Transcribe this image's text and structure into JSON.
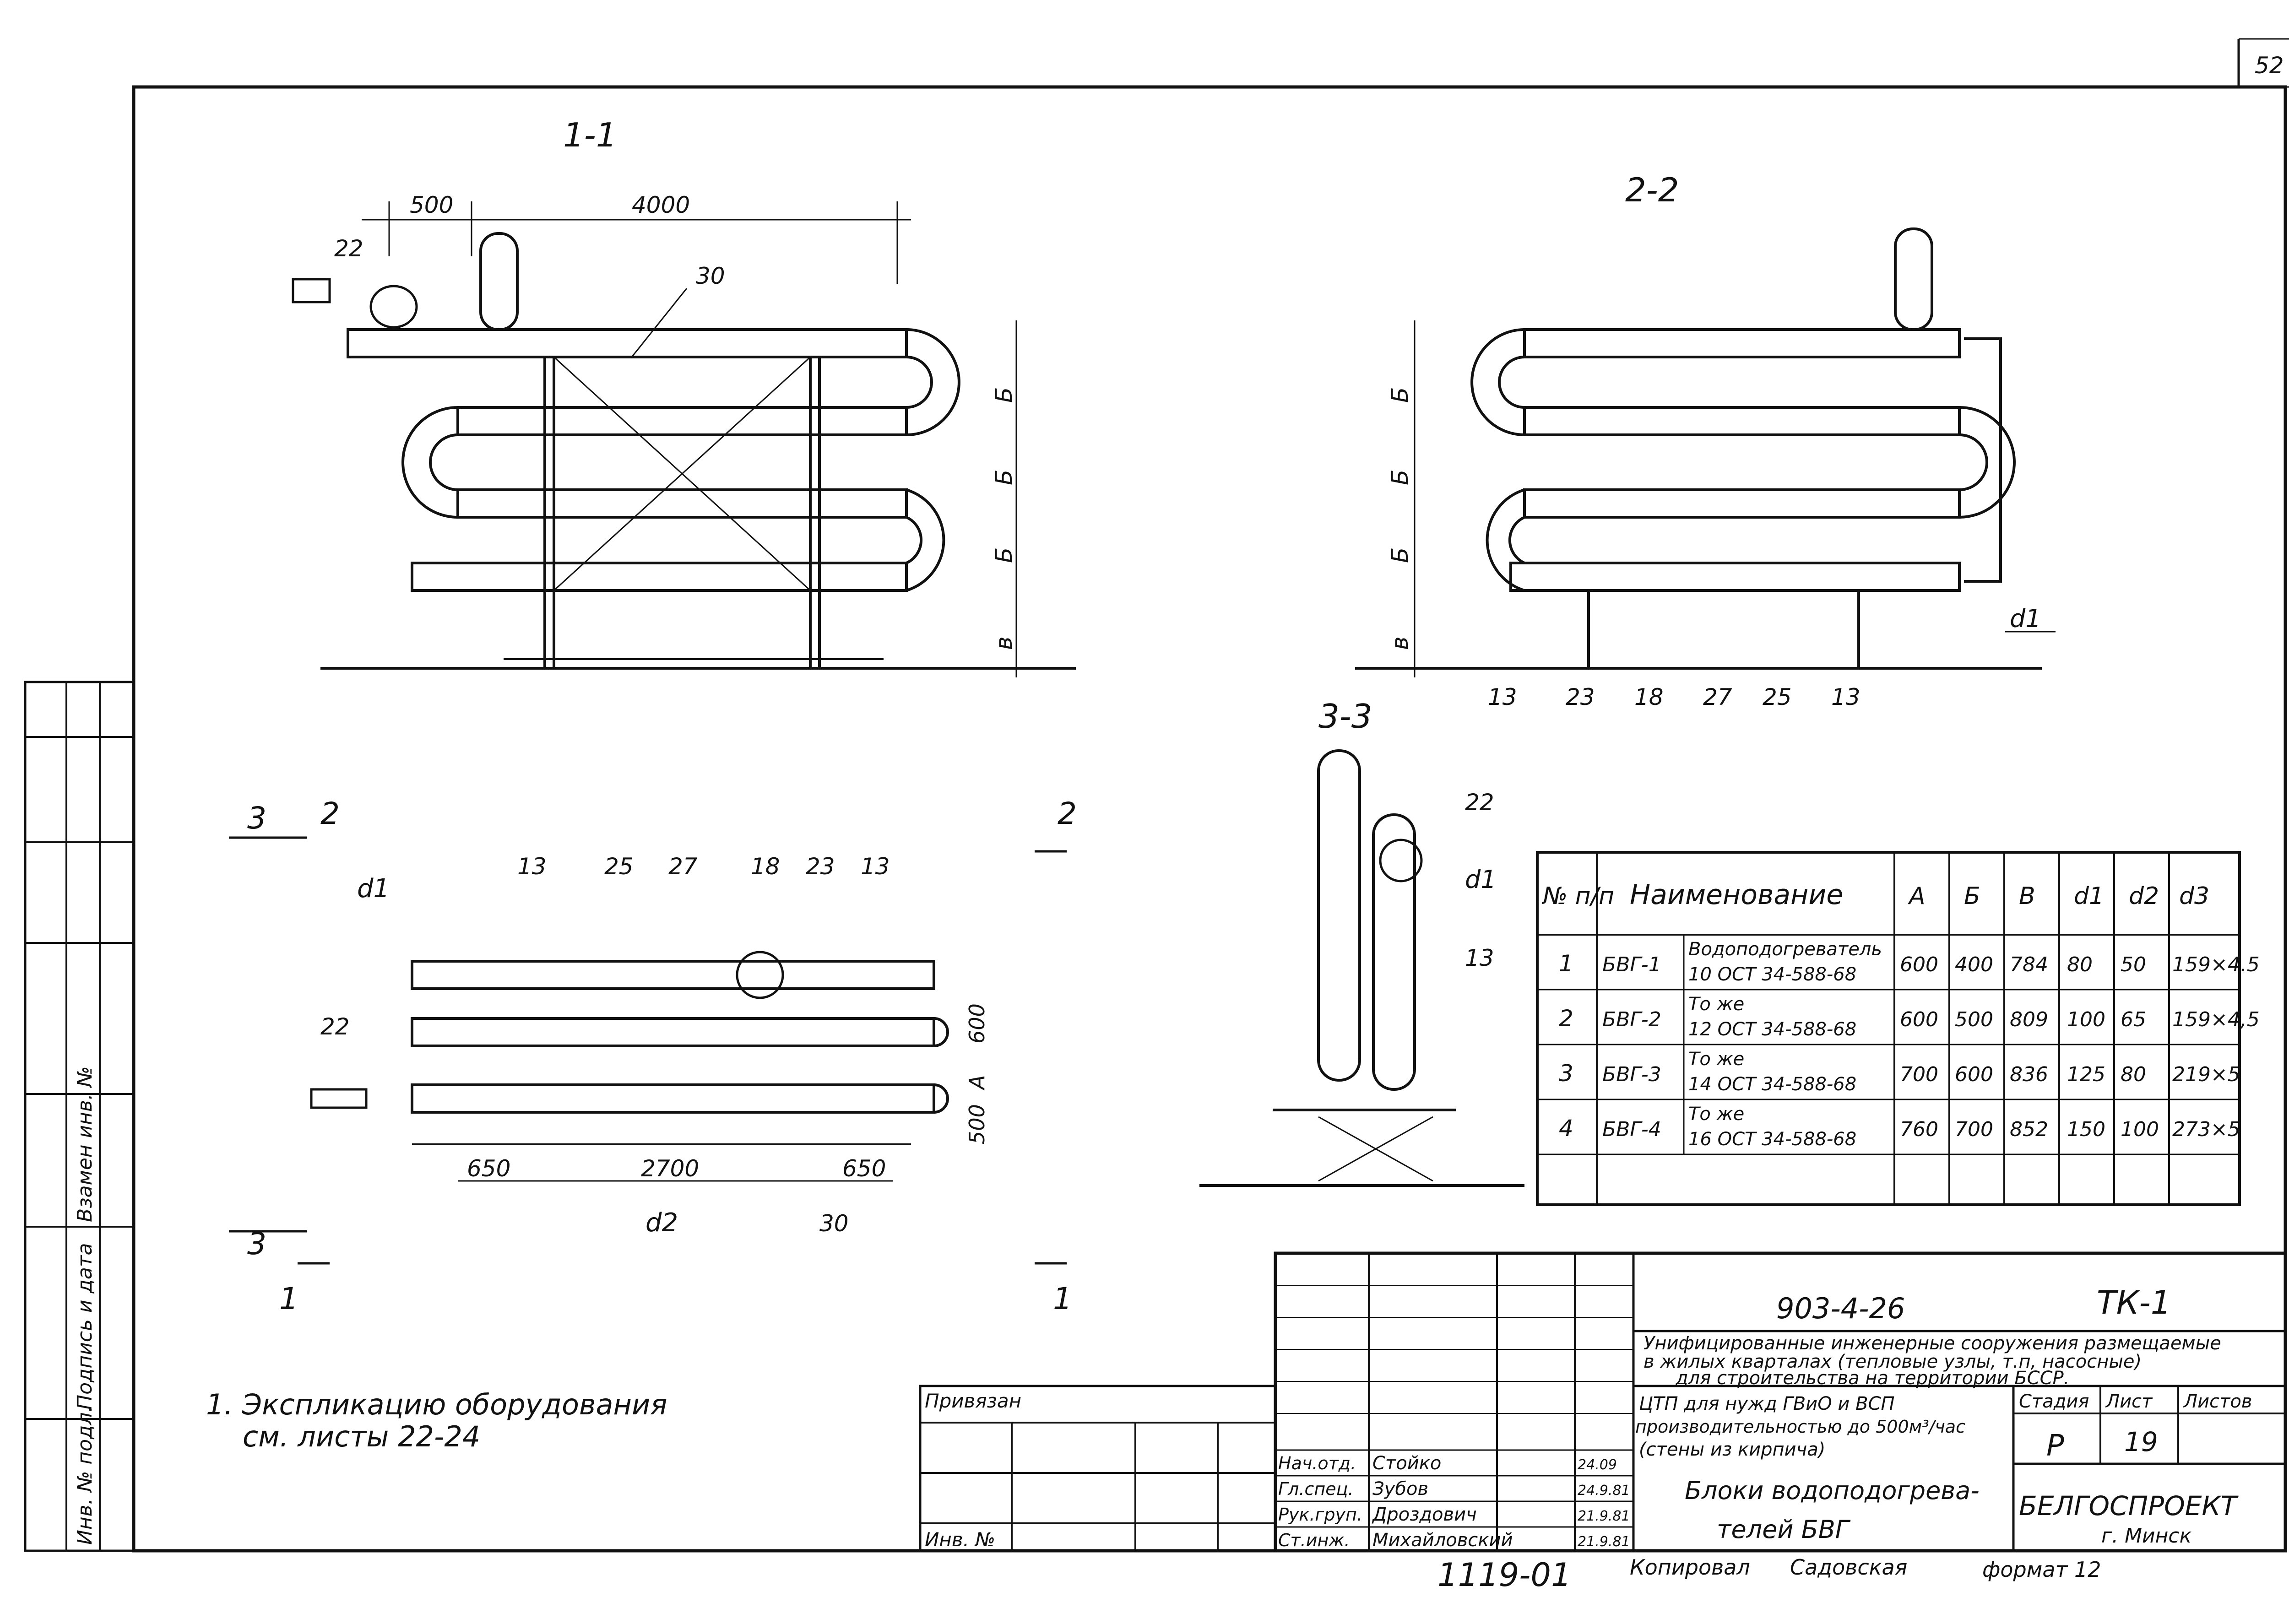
{
  "sheet_number": "52",
  "views": {
    "section_1_1": "1-1",
    "section_2_2": "2-2",
    "section_3_3": "3-3",
    "plan_mark_3": "3",
    "plan_mark_2": "2",
    "plan_mark_1": "1"
  },
  "dimensions": {
    "d500": "500",
    "d4000": "4000",
    "b": "Б",
    "v": "в",
    "d600": "600",
    "a": "A",
    "d500b": "500",
    "d650": "650",
    "d2700": "2700",
    "d1": "d1",
    "d2": "d2"
  },
  "callouts": {
    "p22": "22",
    "p30": "30",
    "p13": "13",
    "p23": "23",
    "p18": "18",
    "p27": "27",
    "p25": "25",
    "p30b": "30"
  },
  "table": {
    "headers": [
      "№ п/п",
      "Наименование",
      "A",
      "Б",
      "В",
      "d1",
      "d2",
      "d3"
    ],
    "rows": [
      [
        "1",
        "БВГ-1",
        "Водоподогреватель",
        "10 ОСТ 34-588-68",
        "600",
        "400",
        "784",
        "80",
        "50",
        "159×4.5"
      ],
      [
        "2",
        "БВГ-2",
        "То же",
        "12 ОСТ 34-588-68",
        "600",
        "500",
        "809",
        "100",
        "65",
        "159×4,5"
      ],
      [
        "3",
        "БВГ-3",
        "То же",
        "14 ОСТ 34-588-68",
        "700",
        "600",
        "836",
        "125",
        "80",
        "219×5"
      ],
      [
        "4",
        "БВГ-4",
        "То же",
        "16 ОСТ 34-588-68",
        "760",
        "700",
        "852",
        "150",
        "100",
        "273×5"
      ]
    ]
  },
  "note": {
    "line1": "1. Экспликацию оборудования",
    "line2": "см. листы 22-24"
  },
  "left_strip": {
    "inv_podl": "Инв. № подл.",
    "podpis": "Подпись и дата",
    "vzamen": "Взамен инв. №"
  },
  "title_block": {
    "project_code": "903-4-26",
    "doc_mark": "ТК-1",
    "description_1": "Унифицированные инженерные сооружения размещаемые",
    "description_2": "в жилых кварталах (тепловые узлы, т.п, насосные)",
    "description_3": "для строительства на территории БССР.",
    "object_1": "ЦТП для нужд ГВиО и ВСП",
    "object_2": "производительностью до 500м³/час",
    "object_3": "(стены из кирпича)",
    "sheet_title_1": "Блоки водоподогрева-",
    "sheet_title_2": "телей БВГ",
    "stage_label": "Стадия",
    "sheet_label": "Лист",
    "sheets_label": "Листов",
    "stage": "Р",
    "sheet": "19",
    "org_1": "БЕЛГОСПРОЕКТ",
    "org_2": "г. Минск",
    "privyazan": "Привязан",
    "inv_no": "Инв. №",
    "copied_label": "Копировал",
    "copied_by": "Садовская",
    "format": "формат 12",
    "archive_no": "1119-01",
    "signatures": [
      {
        "role": "Нач.отд.",
        "name": "Стойко",
        "date": "24.09"
      },
      {
        "role": "Гл.спец.",
        "name": "Зубов",
        "date": "24.9.81"
      },
      {
        "role": "Рук.груп.",
        "name": "Дроздович",
        "date": "21.9.81"
      },
      {
        "role": "Ст.инж.",
        "name": "Михайловский",
        "date": "21.9.81"
      }
    ]
  }
}
